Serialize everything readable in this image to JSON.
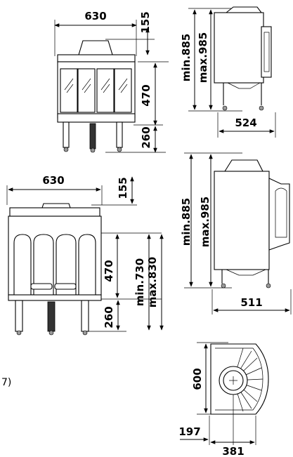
{
  "top_front": {
    "width": "630",
    "top_height": "155",
    "door_height": "470",
    "leg_height": "260"
  },
  "top_side": {
    "min": "min.885",
    "max": "max.985",
    "depth": "524"
  },
  "bottom_front": {
    "width": "630",
    "top_height": "155",
    "door_height": "470",
    "min": "min.730",
    "max": "max.830",
    "leg_height": "260"
  },
  "bottom_side": {
    "min": "min.885",
    "max": "max.985",
    "depth": "511"
  },
  "plan": {
    "depth": "600",
    "offset": "197",
    "center": "381"
  },
  "margin_note": "7)"
}
